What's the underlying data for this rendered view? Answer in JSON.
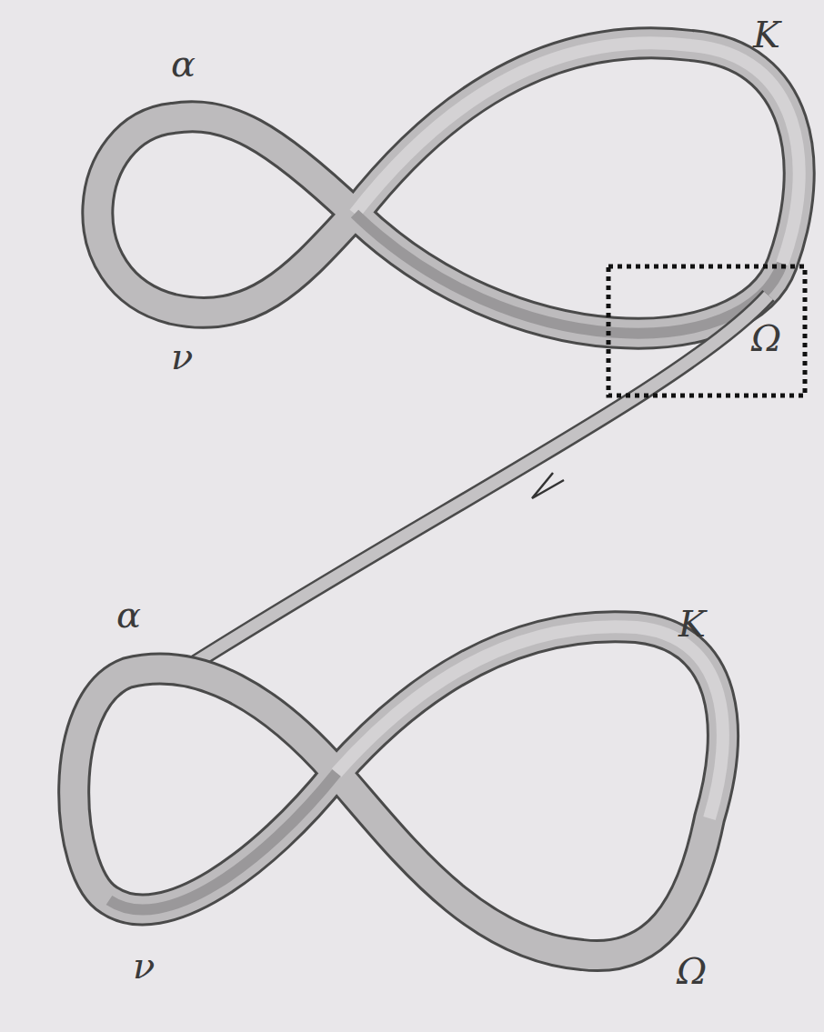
{
  "diagram": {
    "labels": [
      "α",
      "K",
      "Ω",
      "ν",
      "α",
      "K",
      "ν",
      "Ω"
    ]
  }
}
